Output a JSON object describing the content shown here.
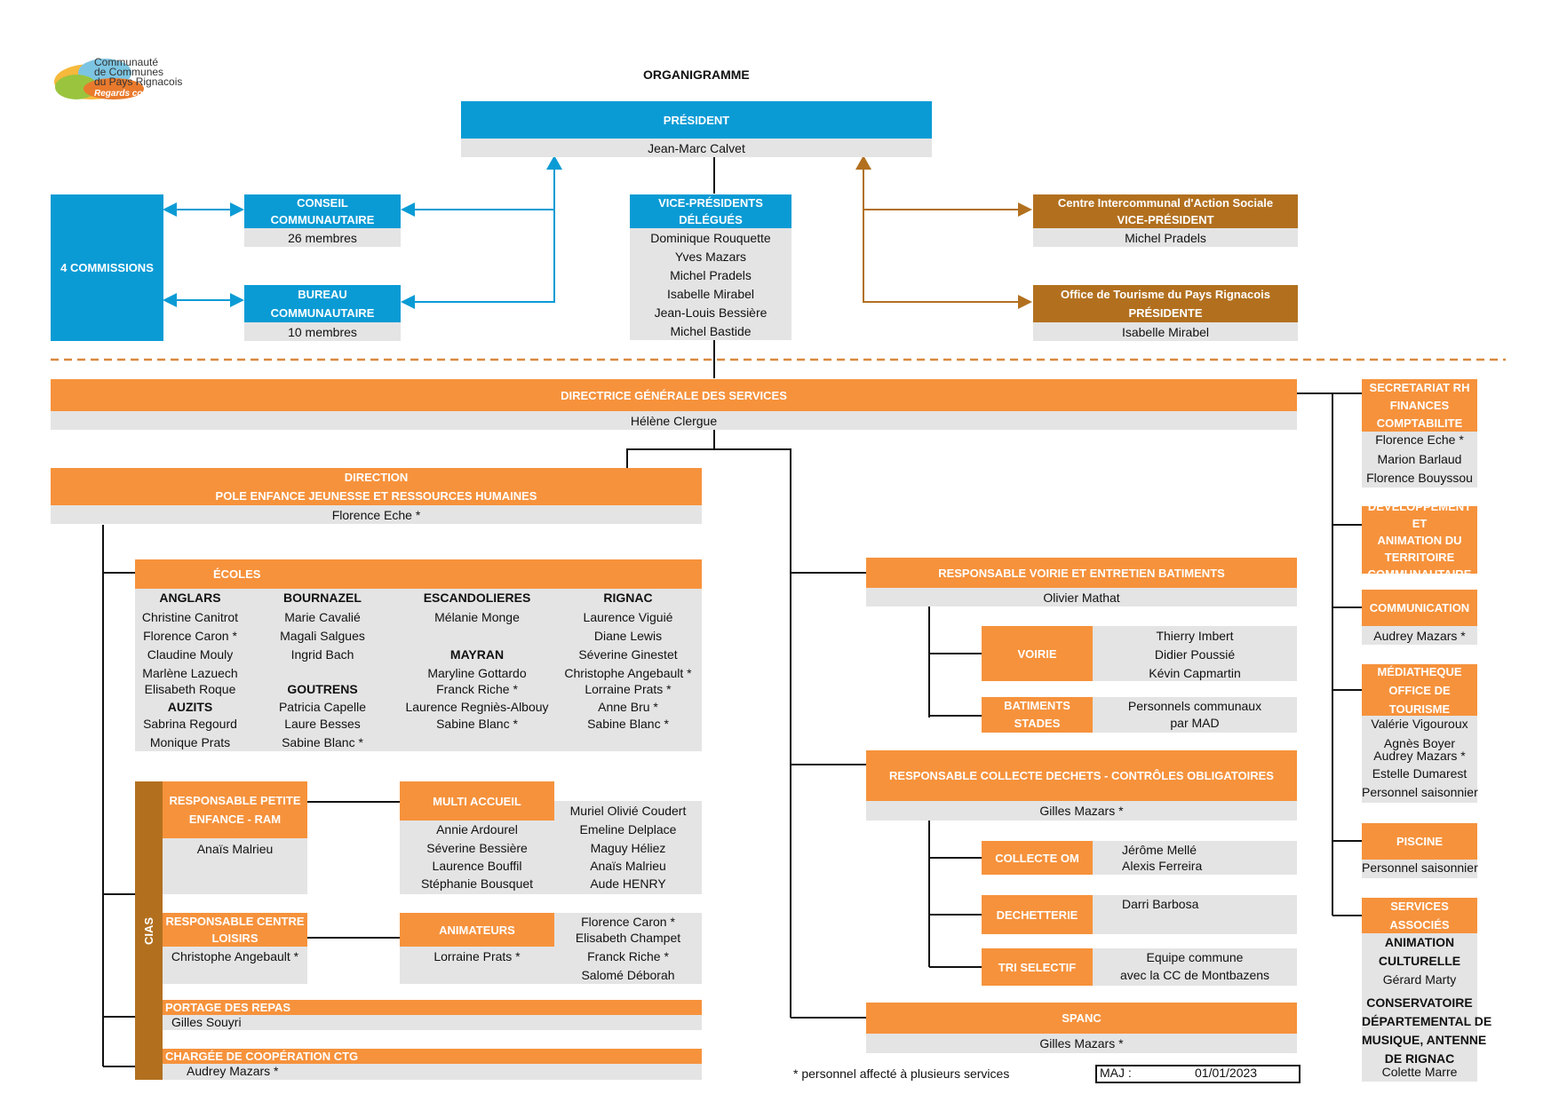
{
  "logo": {
    "line1": "Communauté",
    "line2": "de Communes",
    "line3": "du Pays Rignacois",
    "slogan": "Regards communs"
  },
  "title": "ORGANIGRAMME",
  "president": {
    "label": "PRÉSIDENT",
    "name": "Jean-Marc Calvet"
  },
  "commissions": {
    "label": "4 COMMISSIONS"
  },
  "conseil": {
    "label1": "CONSEIL",
    "label2": "COMMUNAUTAIRE",
    "members": "26 membres"
  },
  "bureau": {
    "label1": "BUREAU",
    "label2": "COMMUNAUTAIRE",
    "members": "10 membres"
  },
  "vice_presidents": {
    "label1": "VICE-PRÉSIDENTS",
    "label2": "DÉLÉGUÉS",
    "names": [
      "Dominique Rouquette",
      "Yves Mazars",
      "Michel Pradels",
      "Isabelle Mirabel",
      "Jean-Louis Bessière",
      "Michel Bastide"
    ]
  },
  "cias": {
    "label1": "Centre Intercommunal d'Action Sociale",
    "label2": "VICE-PRÉSIDENT",
    "name": "Michel Pradels"
  },
  "office_tourisme": {
    "label1": "Office de Tourisme du Pays Rignacois",
    "label2": "PRÉSIDENTE",
    "name": "Isabelle Mirabel"
  },
  "dgs": {
    "label": "DIRECTRICE GÉNÉRALE DES SERVICES",
    "name": "Hélène Clergue"
  },
  "direction_pole": {
    "label1": "DIRECTION",
    "label2": "POLE ENFANCE JEUNESSE ET RESSOURCES HUMAINES",
    "name": "Florence Eche *"
  },
  "ecoles": {
    "label": "ÉCOLES",
    "anglars": {
      "title": "ANGLARS",
      "names": [
        "Christine Canitrot",
        "Florence Caron *",
        "Claudine Mouly",
        "Marlène Lazuech",
        "Elisabeth Roque"
      ]
    },
    "auzits": {
      "title": "AUZITS",
      "names": [
        "Sabrina Regourd",
        "Monique Prats"
      ]
    },
    "bournazel": {
      "title": "BOURNAZEL",
      "names": [
        "Marie Cavalié",
        "Magali Salgues",
        "Ingrid Bach"
      ]
    },
    "goutrens": {
      "title": "GOUTRENS",
      "names": [
        "Patricia Capelle",
        "Laure Besses",
        "Sabine Blanc *"
      ]
    },
    "escandolieres": {
      "title": "ESCANDOLIERES",
      "names": [
        "Mélanie Monge"
      ]
    },
    "mayran": {
      "title": "MAYRAN",
      "names": [
        "Maryline Gottardo",
        "Franck Riche *",
        "Laurence Regniès-Albouy",
        "Sabine Blanc *"
      ]
    },
    "rignac": {
      "title": "RIGNAC",
      "names": [
        "Laurence Viguié",
        "Diane Lewis",
        "Séverine Ginestet",
        "Christophe Angebault *",
        "Lorraine Prats *",
        "Anne Bru *",
        "Sabine Blanc *"
      ]
    }
  },
  "cias_side": {
    "label": "CIAS"
  },
  "petite_enfance": {
    "label1": "RESPONSABLE PETITE",
    "label2": "ENFANCE - RAM",
    "name": "Anaïs Malrieu"
  },
  "multi_accueil": {
    "label": "MULTI ACCUEIL",
    "col1": [
      "Annie Ardourel",
      "Séverine Bessière",
      "Laurence Bouffil",
      "Stéphanie Bousquet"
    ],
    "col2": [
      "Muriel Olivié Coudert",
      "Emeline Delplace",
      "Maguy Héliez",
      "Anaïs Malrieu",
      "Aude HENRY"
    ]
  },
  "centre_loisirs": {
    "label1": "RESPONSABLE CENTRE",
    "label2": "LOISIRS",
    "name": "Christophe Angebault *"
  },
  "animateurs": {
    "label": "ANIMATEURS",
    "col1": [
      "Lorraine Prats *"
    ],
    "col2": [
      "Florence Caron *",
      "Elisabeth Champet",
      "Franck Riche *",
      "Salomé Déborah"
    ]
  },
  "portage": {
    "label": "PORTAGE DES REPAS",
    "name": "Gilles Souyri"
  },
  "cooperation": {
    "label": "CHARGÉE DE COOPÉRATION CTG",
    "name": "Audrey Mazars *"
  },
  "voirie_resp": {
    "label": "RESPONSABLE VOIRIE ET ENTRETIEN BATIMENTS",
    "name": "Olivier Mathat"
  },
  "voirie": {
    "label": "VOIRIE",
    "names": [
      "Thierry Imbert",
      "Didier Poussié",
      "Kévin Capmartin"
    ]
  },
  "batiments": {
    "label1": "BATIMENTS",
    "label2": "STADES",
    "names": [
      "Personnels communaux",
      "par MAD"
    ]
  },
  "collecte_resp": {
    "label": "RESPONSABLE COLLECTE DECHETS - CONTRÔLES OBLIGATOIRES",
    "name": "Gilles Mazars *"
  },
  "collecte_om": {
    "label": "COLLECTE OM",
    "names": [
      "Jérôme Mellé",
      "Alexis Ferreira"
    ]
  },
  "dechetterie": {
    "label": "DECHETTERIE",
    "names": [
      "Darri Barbosa"
    ]
  },
  "tri": {
    "label": "TRI SELECTIF",
    "names": [
      "Equipe commune",
      "avec la CC de Montbazens"
    ]
  },
  "spanc": {
    "label": "SPANC",
    "name": "Gilles Mazars *"
  },
  "secretariat": {
    "label1": "SECRETARIAT RH",
    "label2": "FINANCES",
    "label3": "COMPTABILITE",
    "names": [
      "Florence Eche *",
      "Marion Barlaud",
      "Florence Bouyssou"
    ]
  },
  "developpement": {
    "label1": "DEVELOPPEMENT ET",
    "label2": "ANIMATION DU",
    "label3": "TERRITOIRE",
    "label4": "COMMUNAUTAIRE"
  },
  "communication": {
    "label": "COMMUNICATION",
    "name": "Audrey Mazars *"
  },
  "mediatheque": {
    "label1": "MÉDIATHEQUE",
    "label2": "OFFICE DE TOURISME",
    "names": [
      "Valérie Vigouroux",
      "Agnès Boyer",
      "Audrey Mazars *",
      "Estelle Dumarest",
      "Personnel saisonnier"
    ]
  },
  "piscine": {
    "label": "PISCINE",
    "name": "Personnel saisonnier"
  },
  "services_associes": {
    "label": "SERVICES ASSOCIÉS",
    "animation1": "ANIMATION",
    "animation2": "CULTURELLE",
    "animation_name": "Gérard Marty",
    "conserv1": "CONSERVATOIRE",
    "conserv2": "DÉPARTEMENTAL DE",
    "conserv3": "MUSIQUE, ANTENNE",
    "conserv4": "DE RIGNAC",
    "conserv_name": "Colette Marre"
  },
  "footnote": "* personnel affecté à plusieurs services",
  "maj": {
    "label": "MAJ :",
    "date": "01/01/2023"
  },
  "colors": {
    "blue": "#0a9bd5",
    "orange": "#f6923c",
    "brown": "#b2701f",
    "gray": "#e4e4e4"
  }
}
